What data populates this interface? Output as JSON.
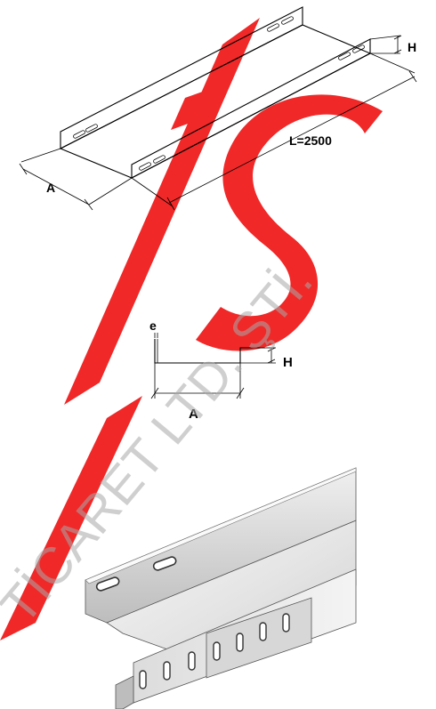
{
  "figure1": {
    "label_length": "L=2500",
    "label_width": "A",
    "label_height": "H"
  },
  "figure2": {
    "label_thickness": "e",
    "label_width": "A",
    "label_height": "H"
  },
  "watermark": {
    "text": "TİCARET LTD. ŞTİ.",
    "color": "#a8a8a8"
  },
  "logo": {
    "color": "#f02828"
  }
}
